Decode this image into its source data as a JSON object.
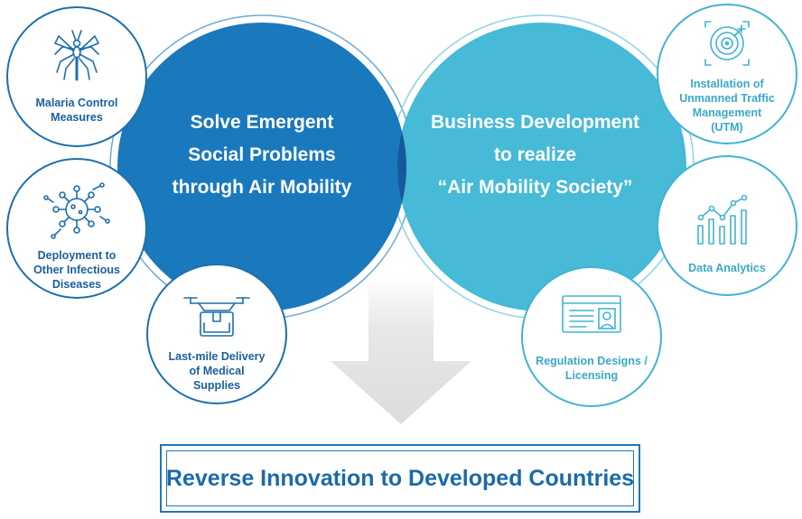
{
  "left_circle": {
    "lines": [
      "Solve Emergent",
      "Social Problems",
      "through Air Mobility"
    ]
  },
  "right_circle": {
    "lines": [
      "Business Development",
      "to realize",
      "“Air Mobility Society”"
    ]
  },
  "left_satellites": [
    {
      "icon": "mosquito-icon",
      "lines": [
        "Malaria Control",
        "Measures"
      ]
    },
    {
      "icon": "virus-icon",
      "lines": [
        "Deployment to",
        "Other Infectious",
        "Diseases"
      ]
    },
    {
      "icon": "drone-icon",
      "lines": [
        "Last-mile Delivery",
        "of Medical",
        "Supplies"
      ]
    }
  ],
  "right_satellites": [
    {
      "icon": "target-radar-icon",
      "lines": [
        "Installation of",
        "Unmanned Traffic",
        "Management",
        "(UTM)"
      ]
    },
    {
      "icon": "bar-chart-icon",
      "lines": [
        "Data Analytics"
      ]
    },
    {
      "icon": "id-card-icon",
      "lines": [
        "Regulation Designs /",
        "Licensing"
      ]
    }
  ],
  "outcome": {
    "text": "Reverse Innovation to Developed Countries"
  },
  "colors": {
    "left_circle": "#1a79bd",
    "right_circle": "#46bad6",
    "overlap": "#16589a",
    "left_satellite_border": "#1d6fae",
    "right_satellite_border": "#43b3d0",
    "arrow": "#e3e3e3"
  }
}
